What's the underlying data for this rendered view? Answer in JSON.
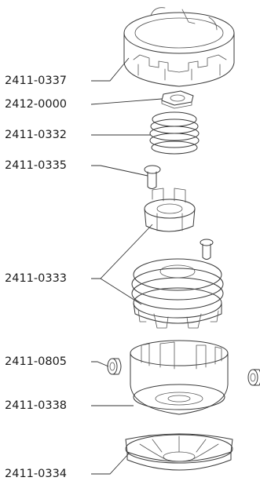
{
  "diagram": {
    "parts": [
      {
        "id": "top-cover",
        "number": "2411-0337"
      },
      {
        "id": "nut",
        "number": "2412-0000"
      },
      {
        "id": "spring",
        "number": "2411-0332"
      },
      {
        "id": "pin",
        "number": "2411-0335"
      },
      {
        "id": "spool-and-ratchet",
        "number": "2411-0333"
      },
      {
        "id": "eyelet",
        "number": "2411-0805"
      },
      {
        "id": "housing",
        "number": "2411-0338"
      },
      {
        "id": "bottom-cap",
        "number": "2411-0334"
      }
    ]
  },
  "colors": {
    "line": "#3a3a3a",
    "text": "#1a1a1a",
    "background": "#ffffff"
  }
}
